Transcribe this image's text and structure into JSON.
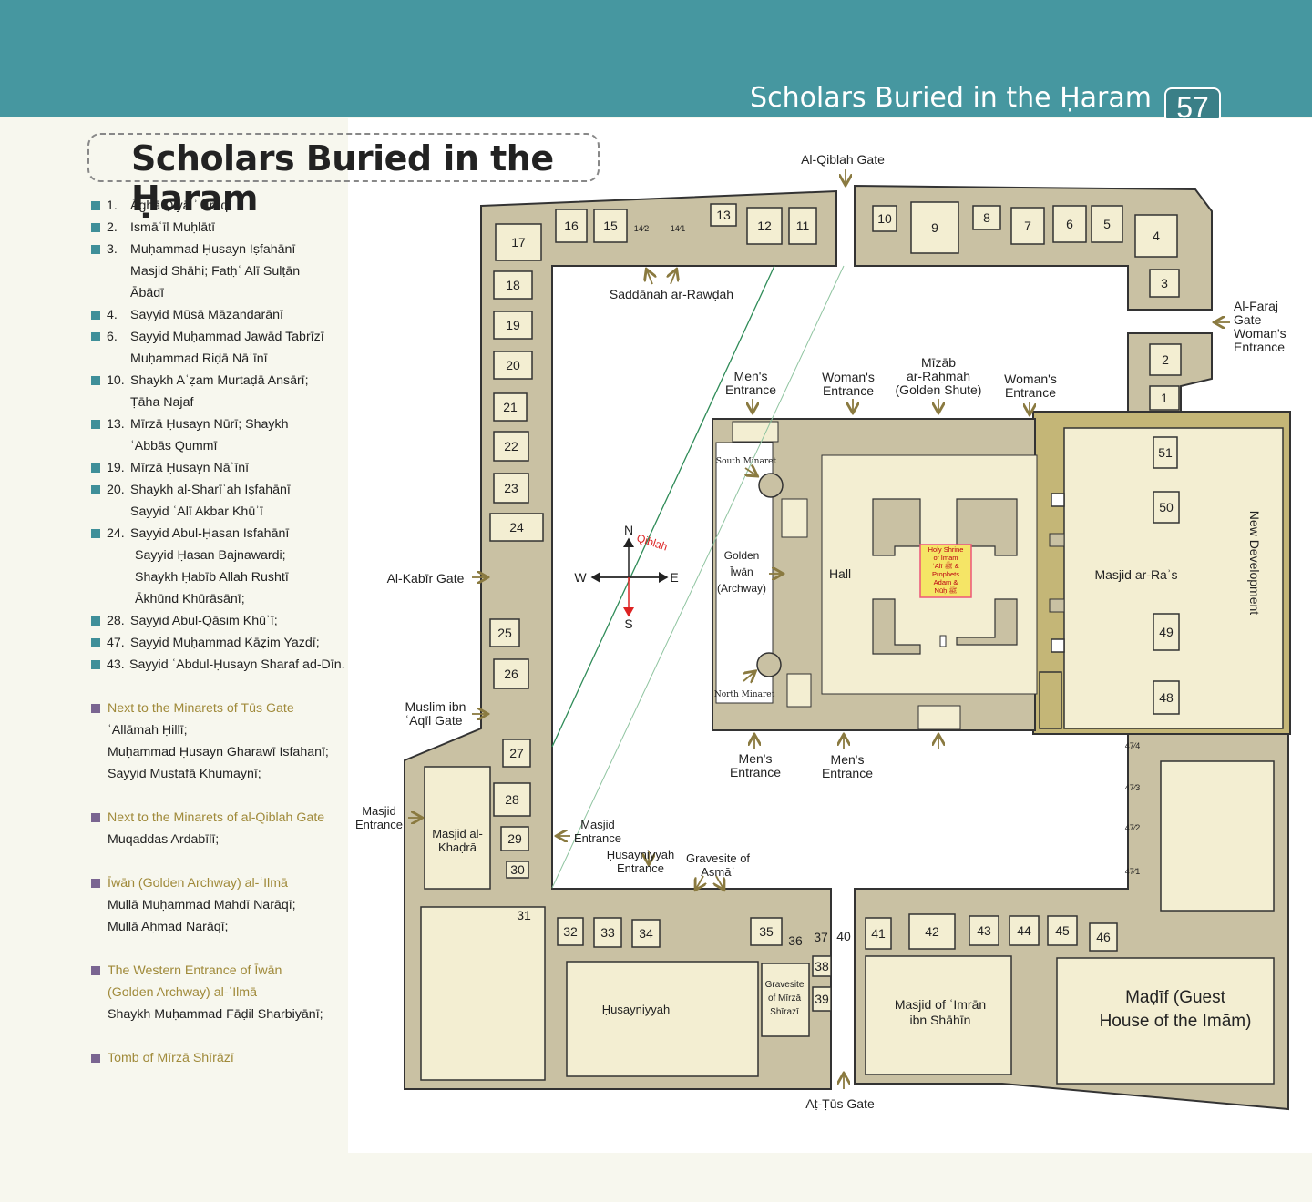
{
  "header": {
    "running_title": "Scholars Buried in the Ḥaram",
    "page_number": "57"
  },
  "heading": {
    "title": "Scholars Buried in the Ḥaram"
  },
  "legend": {
    "teal_items": [
      {
        "num": "1.",
        "lines": [
          "Āghā Ḍiyā ʾ ʿIrāqī"
        ]
      },
      {
        "num": "2.",
        "lines": [
          "Ismāʿīl Muḥlātī"
        ]
      },
      {
        "num": "3.",
        "lines": [
          "Muḥammad Ḥusayn Iṣfahānī",
          "Masjid Shāhi; Fatḥʿ Alī Sulṭān",
          "Ābādī"
        ]
      },
      {
        "num": "4.",
        "lines": [
          "Sayyid Mūsā Māzandarānī"
        ]
      },
      {
        "num": "6.",
        "lines": [
          "Sayyid Muḥammad Jawād Tabrīzī",
          "Muḥammad Riḍā Nāʾīnī"
        ]
      },
      {
        "num": "10.",
        "lines": [
          "Shaykh Aʿẓam Murtaḍā Ansārī;",
          "Ṭāha Najaf"
        ]
      },
      {
        "num": "13.",
        "lines": [
          "Mīrzā Ḥusayn Nūrī; Shaykh",
          "ʿAbbās Qummī"
        ]
      },
      {
        "num": "19.",
        "lines": [
          "Mīrzā Ḥusayn Nāʾīnī"
        ]
      },
      {
        "num": "20.",
        "lines": [
          "Shaykh al-Sharīʿah Iṣfahānī",
          "Sayyid ʿAlī Akbar Khūʾī"
        ]
      },
      {
        "num": "24.",
        "lines": [
          "Sayyid Abul-Ḥasan Isfahānī",
          " Sayyid Ḥasan Bajnawardi;",
          " Shaykh Ḥabīb Allah Rushtī",
          " Ākhūnd Khūrāsānī;"
        ]
      },
      {
        "num": "28.",
        "lines": [
          "Sayyid Abul-Qāsim Khūʾī;"
        ]
      },
      {
        "num": "47.",
        "lines": [
          "Sayyid Muḥammad Kāẓim Yazdī;"
        ]
      },
      {
        "num": "43.",
        "lines": [
          "Sayyid ʿAbdul-Ḥusayn Sharaf ad-Dīn."
        ]
      }
    ],
    "purple_groups": [
      {
        "title": "Next to the Minarets of Tūs Gate",
        "lines": [
          "ʿAllāmah Ḥillī;",
          "Muḥammad Ḥusayn Gharawī Isfahanī;",
          "Sayyid Muṣṭafā Khumaynī;"
        ]
      },
      {
        "title": "Next to the Minarets of al-Qiblah Gate",
        "lines": [
          "Muqaddas Ardabīlī;"
        ]
      },
      {
        "title": "Īwān (Golden Archway) al-ʿIlmā",
        "lines": [
          "Mullā Muḥammad Mahdī Narāqī;",
          "Mullā Aḥmad Narāqī;"
        ]
      },
      {
        "title": "The Western Entrance of Īwān",
        "title2": "(Golden Archway) al-ʿIlmā",
        "lines": [
          "Shaykh Muḥammad Fāḍil Sharbiyānī;"
        ]
      },
      {
        "title": "Tomb of Mīrzā Shīrāzī",
        "lines": []
      }
    ]
  },
  "map": {
    "gates": {
      "qiblah": "Al-Qiblah Gate",
      "faraj": [
        "Al-Faraj",
        "Gate",
        "Woman's",
        "Entrance"
      ],
      "kabir": "Al-Kabīr Gate",
      "muslim": [
        "Muslim ibn",
        "ʿAqīl Gate"
      ],
      "masjid_left": [
        "Masjid",
        "Entrance"
      ],
      "tus": "Aṭ-Ṭūs Gate"
    },
    "labels": {
      "saddanah": "Saddānah ar-Rawḍah",
      "mens_top": [
        "Men's",
        "Entrance"
      ],
      "womans_top1": [
        "Woman's",
        "Entrance"
      ],
      "mizab": [
        "Mīzāb",
        "ar-Raḥmah",
        "(Golden Shute)"
      ],
      "womans_top2": [
        "Woman's",
        "Entrance"
      ],
      "mens_bottom1": [
        "Men's",
        "Entrance"
      ],
      "mens_bottom2": [
        "Men's",
        "Entrance"
      ],
      "south_minaret": "South Minaret",
      "north_minaret": "North Minaret",
      "golden_iwan": [
        "Golden",
        "Īwān",
        "(Archway)"
      ],
      "hall": "Hall",
      "shrine": [
        "Holy Shrine",
        "of Imam",
        "ʿAlī ﷺ &",
        "Prophets",
        "Adam &",
        "Nūḥ ﷺ"
      ],
      "masjid_ras": "Masjid ar-Raʾs",
      "new_dev": "New Development",
      "masjid_khadra": [
        "Masjid al-",
        "Khaḍrā"
      ],
      "masjid_entrance2": [
        "Masjid",
        "Entrance"
      ],
      "husayniyyah_entrance": [
        "Ḥusayniyyah",
        "Entrance"
      ],
      "gravesite_asma": [
        "Gravesite of",
        "Asmāʾ"
      ],
      "husayniyyah": "Ḥusayniyyah",
      "gravesite_mirza": [
        "Gravesite",
        "of Mīrzā",
        "Shīrazī"
      ],
      "masjid_imran": [
        "Masjid of ʿImrān",
        "ibn Shāhīn"
      ],
      "madif": [
        "Maḍīf (Guest",
        "House of the Imām)"
      ],
      "fractions": [
        "14⁄2",
        "14⁄1",
        "47⁄4",
        "47⁄3",
        "47⁄2",
        "47⁄1"
      ]
    },
    "compass": {
      "n": "N",
      "s": "S",
      "w": "W",
      "e": "E",
      "qiblah": "Qiblah"
    },
    "room_numbers": [
      "1",
      "2",
      "3",
      "4",
      "5",
      "6",
      "7",
      "8",
      "9",
      "10",
      "11",
      "12",
      "13",
      "15",
      "16",
      "17",
      "18",
      "19",
      "20",
      "21",
      "22",
      "23",
      "24",
      "25",
      "26",
      "27",
      "28",
      "29",
      "30",
      "31",
      "32",
      "33",
      "34",
      "35",
      "36",
      "37",
      "38",
      "39",
      "40",
      "41",
      "42",
      "43",
      "44",
      "45",
      "46",
      "48",
      "49",
      "50",
      "51"
    ]
  },
  "colors": {
    "banner": "#4697a0",
    "wall": "#c9c1a3",
    "room": "#f3eed2",
    "outline": "#333333",
    "accent_gold": "#a08a3a",
    "arrow": "#8a7a40"
  }
}
